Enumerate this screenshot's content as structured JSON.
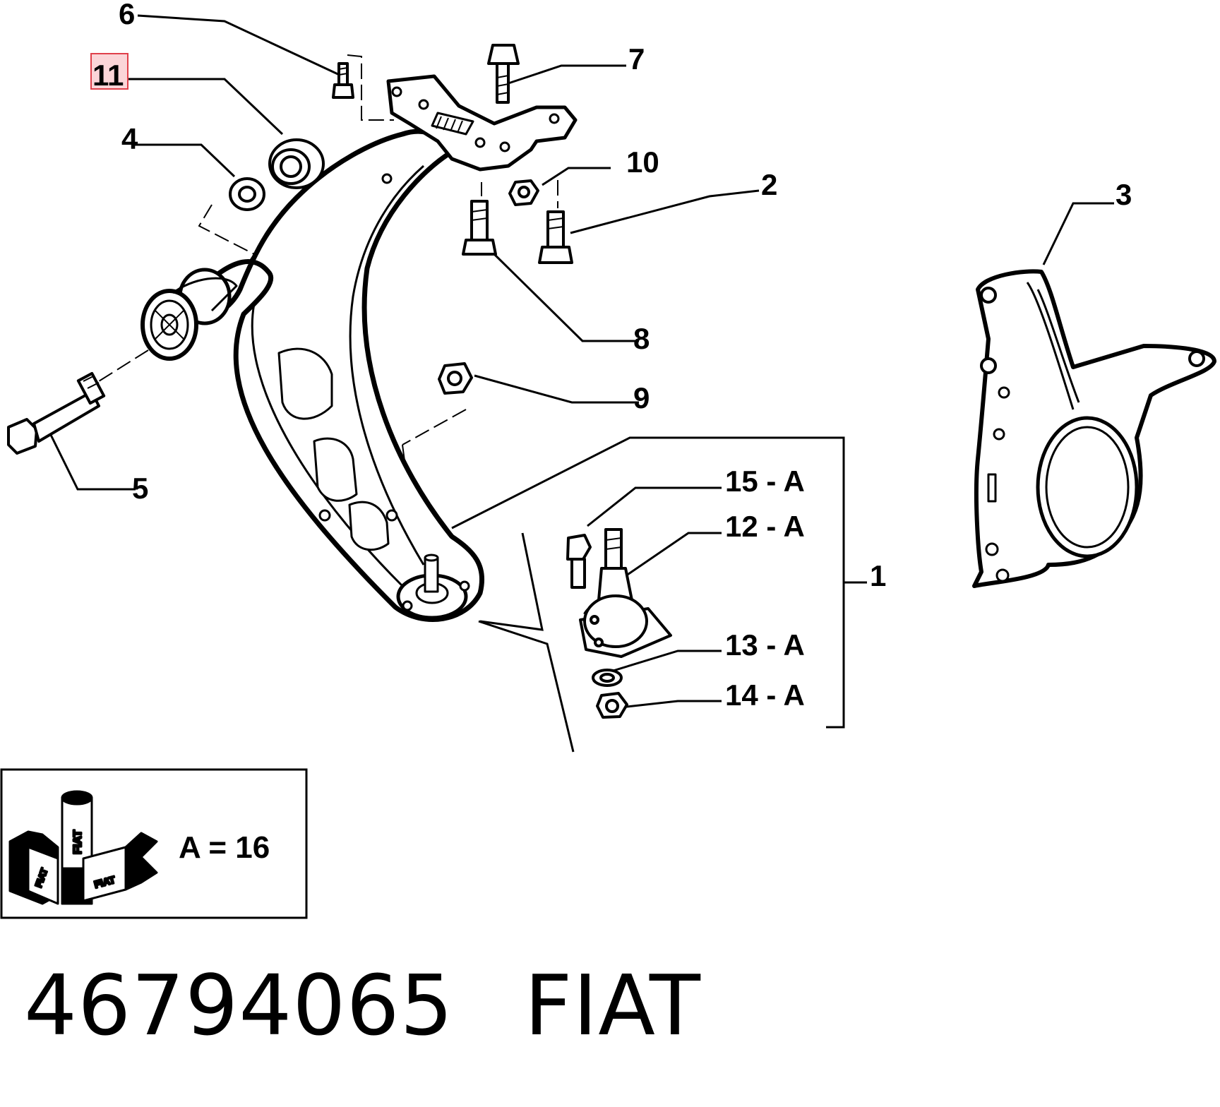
{
  "callouts": {
    "c6": "6",
    "c11": "11",
    "c4": "4",
    "c7": "7",
    "c10": "10",
    "c2": "2",
    "c3": "3",
    "c8": "8",
    "c9": "9",
    "c5": "5",
    "c15": "15 - A",
    "c12": "12 - A",
    "c1": "1",
    "c13": "13 - A",
    "c14": "14 - A"
  },
  "legend": {
    "text": "A = 16",
    "logo_text": "FIAT"
  },
  "footer": {
    "part_number": "46794065",
    "brand": "FIAT"
  },
  "colors": {
    "ink": "#000000",
    "highlight_fill": "#fbd5d8",
    "highlight_stroke": "#e0404a"
  }
}
